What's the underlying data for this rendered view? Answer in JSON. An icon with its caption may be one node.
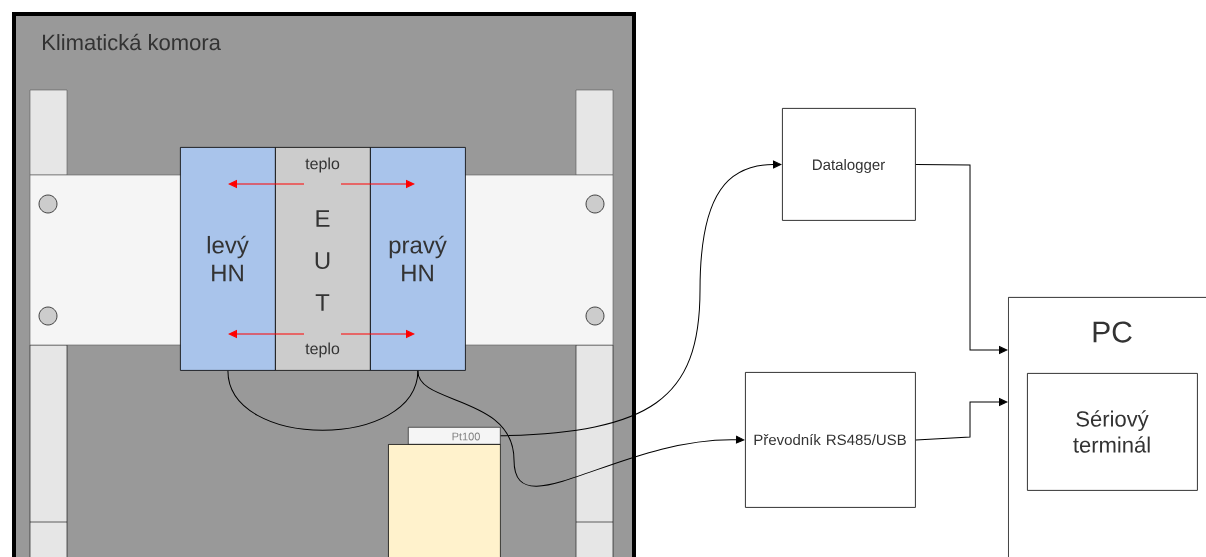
{
  "diagram": {
    "nodes": [
      {
        "text": [
          "Klimatická komora"
        ]
      },
      {
        "text": [
          "levý HN"
        ],
        "in": 0
      },
      {
        "text": [
          "teplo",
          "E U T",
          "teplo"
        ],
        "in": 0
      },
      {
        "text": [
          "pravý HN"
        ],
        "in": 0
      },
      {
        "text": [
          "Pt100"
        ],
        "in": 0
      },
      {
        "text": [],
        "shape": "box",
        "in": 0
      },
      {
        "text": [
          "Datalogger"
        ]
      },
      {
        "text": [
          "Převodník RS485/USB"
        ]
      },
      {
        "text": [
          "PC"
        ]
      },
      {
        "text": [
          "Sériový terminál"
        ],
        "in": 8
      }
    ],
    "edges": [
      {
        "from": 1,
        "to": 3,
        "arrow": "none"
      },
      {
        "from": 4,
        "to": 6,
        "arrow": "to"
      },
      {
        "from": 3,
        "to": 7,
        "arrow": "to"
      },
      {
        "from": 6,
        "to": 8,
        "arrow": "to"
      },
      {
        "from": 7,
        "to": 8,
        "arrow": "to"
      },
      {
        "from": 2,
        "to": 1,
        "arrow": "to",
        "color": "#ff0000"
      },
      {
        "from": 2,
        "to": 3,
        "arrow": "to",
        "color": "#ff0000"
      },
      {
        "from": 2,
        "to": 1,
        "arrow": "to",
        "color": "#ff0000"
      },
      {
        "from": 2,
        "to": 3,
        "arrow": "to",
        "color": "#ff0000"
      }
    ]
  }
}
